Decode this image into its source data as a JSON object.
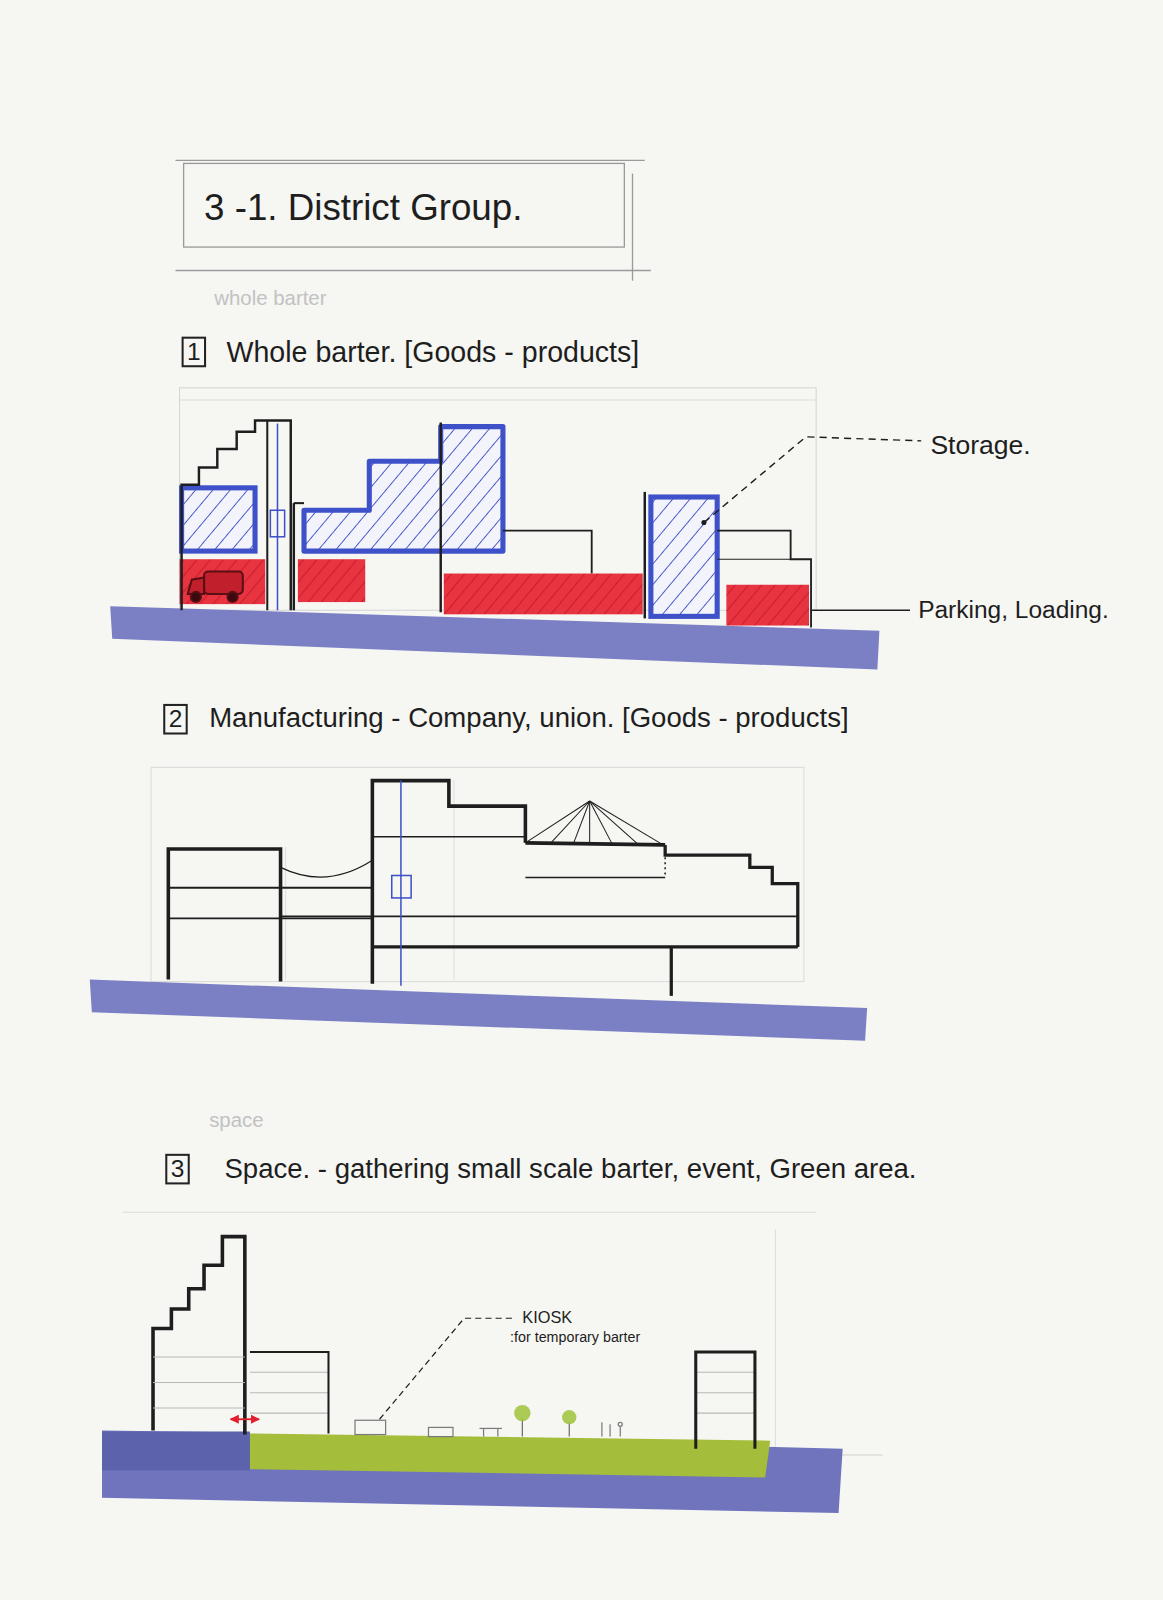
{
  "diagram": {
    "title": "3 -1. District Group.",
    "nodes": [
      {
        "text": [
          "1"
        ]
      },
      {
        "text": [
          "2"
        ]
      },
      {
        "text": [
          "3"
        ]
      }
    ],
    "labels": [
      "whole barter",
      "Whole barter. [Goods - products]",
      "Storage.",
      "Parking, Loading.",
      "Manufacturing - Company, union. [Goods - products]",
      "space",
      "Space. - gathering small scale barter, event, Green area.",
      "KIOSK",
      ":for temporary barter"
    ]
  }
}
